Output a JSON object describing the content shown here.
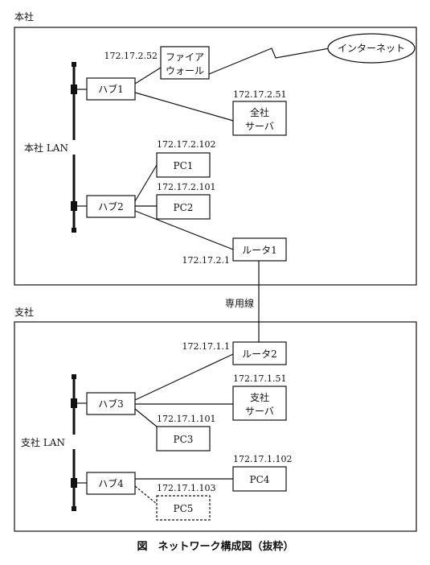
{
  "offices": {
    "headquarters": {
      "label": "本社",
      "lan_label": "本社 LAN"
    },
    "branch": {
      "label": "支社",
      "lan_label": "支社 LAN"
    }
  },
  "devices": {
    "firewall": {
      "line1": "ファイア",
      "line2": "ウォール",
      "ip": "172.17.2.52"
    },
    "internet": {
      "label": "インターネット"
    },
    "hub1": {
      "label": "ハブ1"
    },
    "company_server": {
      "line1": "全社",
      "line2": "サーバ",
      "ip": "172.17.2.51"
    },
    "pc1": {
      "label": "PC1",
      "ip": "172.17.2.102"
    },
    "pc2": {
      "label": "PC2",
      "ip": "172.17.2.101"
    },
    "hub2": {
      "label": "ハブ2"
    },
    "router1": {
      "label": "ルータ1",
      "ip": "172.17.2.1"
    },
    "router2": {
      "label": "ルータ2",
      "ip": "172.17.1.1"
    },
    "hub3": {
      "label": "ハブ3"
    },
    "branch_server": {
      "line1": "支社",
      "line2": "サーバ",
      "ip": "172.17.1.51"
    },
    "pc3": {
      "label": "PC3",
      "ip": "172.17.1.101"
    },
    "hub4": {
      "label": "ハブ4"
    },
    "pc4": {
      "label": "PC4",
      "ip": "172.17.1.102"
    },
    "pc5": {
      "label": "PC5",
      "ip": "172.17.1.103"
    }
  },
  "links": {
    "leased_line": {
      "label": "専用線"
    }
  },
  "caption": "図　ネットワーク構成図（抜粋）"
}
